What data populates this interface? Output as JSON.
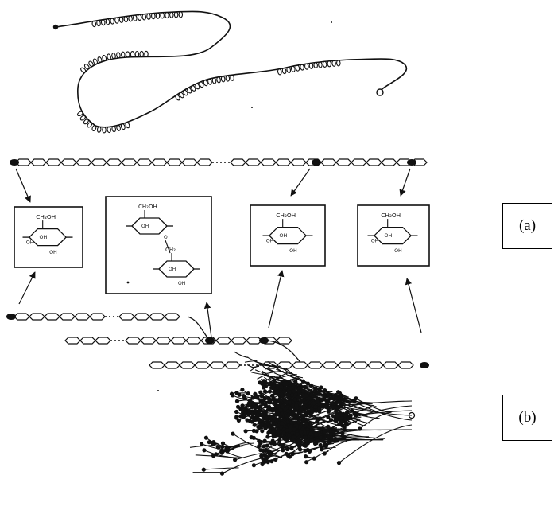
{
  "labels": {
    "a": "(a)",
    "b": "(b)"
  },
  "ring_groups": {
    "glucose_ring": [
      "CH₂OH",
      "OH",
      "OH",
      "OH"
    ],
    "glucose_ring_alt": [
      "CH₂OH",
      "OH",
      "OH",
      "OH"
    ],
    "branch_link": [
      "CH₂OH",
      "OH",
      "O",
      "CH₂",
      "OH",
      "OH"
    ]
  },
  "colors": {
    "ink": "#111111",
    "paper": "#ffffff"
  }
}
